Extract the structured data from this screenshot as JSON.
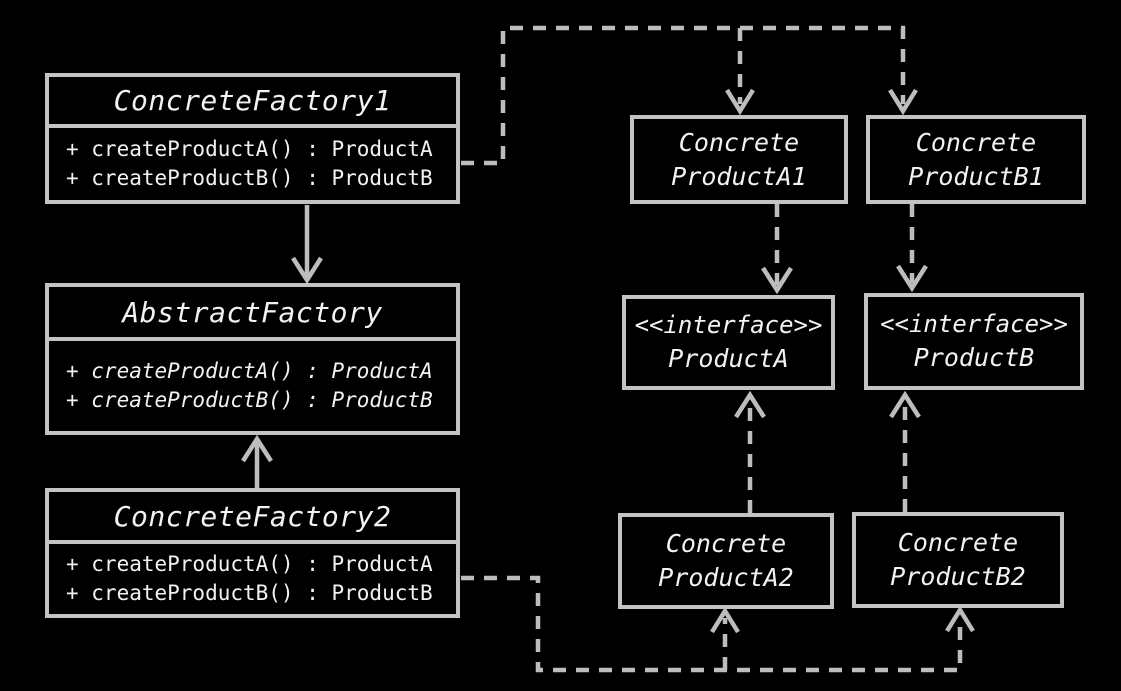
{
  "colors": {
    "background": "#000000",
    "box_fill": "#000000",
    "box_border": "#c3c3c3",
    "text": "#f2f2f2",
    "connector": "#bdbdbd"
  },
  "classes": {
    "concrete_factory_1": {
      "name": "ConcreteFactory1",
      "methods": [
        "+ createProductA() : ProductA",
        "+ createProductB() : ProductB"
      ]
    },
    "abstract_factory": {
      "name": "AbstractFactory",
      "methods": [
        "+ createProductA() : ProductA",
        "+ createProductB() : ProductB"
      ]
    },
    "concrete_factory_2": {
      "name": "ConcreteFactory2",
      "methods": [
        "+ createProductA() : ProductA",
        "+ createProductB() : ProductB"
      ]
    },
    "concrete_product_a1": {
      "line1": "Concrete",
      "line2": "ProductA1"
    },
    "concrete_product_b1": {
      "line1": "Concrete",
      "line2": "ProductB1"
    },
    "product_a": {
      "stereotype": "<<interface>>",
      "name": "ProductA"
    },
    "product_b": {
      "stereotype": "<<interface>>",
      "name": "ProductB"
    },
    "concrete_product_a2": {
      "line1": "Concrete",
      "line2": "ProductA2"
    },
    "concrete_product_b2": {
      "line1": "Concrete",
      "line2": "ProductB2"
    }
  },
  "relationships": [
    {
      "from": "ConcreteFactory1",
      "to": "AbstractFactory",
      "line": "solid",
      "arrow": "open-v",
      "direction": "down"
    },
    {
      "from": "ConcreteFactory2",
      "to": "AbstractFactory",
      "line": "solid",
      "arrow": "open-v",
      "direction": "up"
    },
    {
      "from": "ConcreteFactory1",
      "to": "ConcreteProductA1",
      "line": "dashed",
      "arrow": "open-v",
      "direction": "down"
    },
    {
      "from": "ConcreteFactory1",
      "to": "ConcreteProductB1",
      "line": "dashed",
      "arrow": "open-v",
      "direction": "down"
    },
    {
      "from": "ConcreteFactory2",
      "to": "ConcreteProductA2",
      "line": "dashed",
      "arrow": "open-v",
      "direction": "up"
    },
    {
      "from": "ConcreteFactory2",
      "to": "ConcreteProductB2",
      "line": "dashed",
      "arrow": "open-v",
      "direction": "up"
    },
    {
      "from": "ConcreteProductA1",
      "to": "ProductA",
      "line": "dashed",
      "arrow": "open-v",
      "direction": "down"
    },
    {
      "from": "ConcreteProductB1",
      "to": "ProductB",
      "line": "dashed",
      "arrow": "open-v",
      "direction": "down"
    },
    {
      "from": "ConcreteProductA2",
      "to": "ProductA",
      "line": "dashed",
      "arrow": "open-v",
      "direction": "up"
    },
    {
      "from": "ConcreteProductB2",
      "to": "ProductB",
      "line": "dashed",
      "arrow": "open-v",
      "direction": "up"
    }
  ]
}
